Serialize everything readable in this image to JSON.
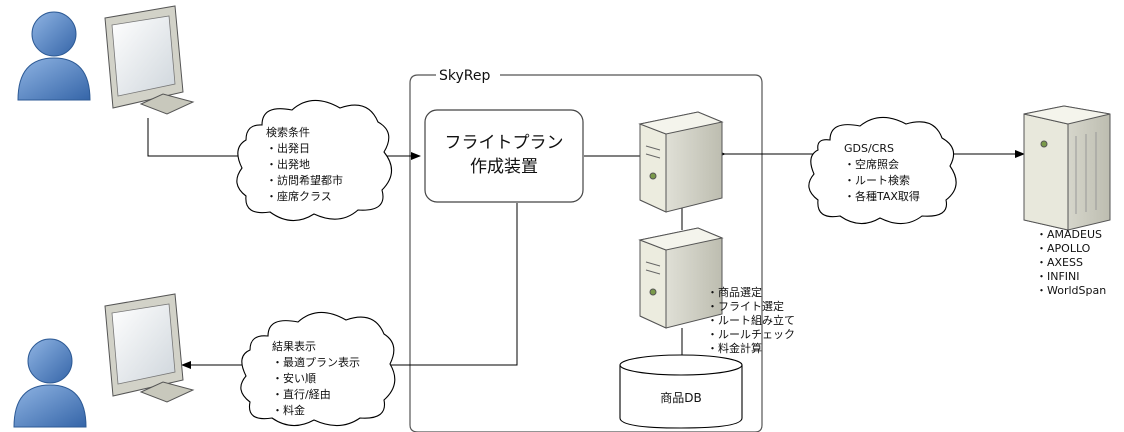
{
  "boundary": {
    "title": "SkyRep"
  },
  "flight_plan_box": {
    "line1": "フライトプラン",
    "line2": "作成装置"
  },
  "search_cloud": {
    "title": "検索条件",
    "items": [
      "・出発日",
      "・出発地",
      "・訪問希望都市",
      "・座席クラス"
    ]
  },
  "result_cloud": {
    "title": "結果表示",
    "items": [
      "・最適プラン表示",
      "・安い順",
      "・直行/経由",
      "・料金"
    ]
  },
  "gds_cloud": {
    "title": "GDS/CRS",
    "items": [
      "・空席照会",
      "・ルート検索",
      "・各種TAX取得"
    ]
  },
  "functions": {
    "items": [
      "・商品選定",
      "・フライト選定",
      "・ルート組み立て",
      "・ルールチェック",
      "・料金計算"
    ]
  },
  "database": {
    "label": "商品DB"
  },
  "gds_systems": {
    "items": [
      "・AMADEUS",
      "・APOLLO",
      "・AXESS",
      "・INFINI",
      "・WorldSpan"
    ]
  },
  "colors": {
    "user_blue": "#4a7fc0",
    "user_blue_dark": "#2d5a95",
    "server_gray": "#d9d9cf",
    "line": "#000000"
  }
}
